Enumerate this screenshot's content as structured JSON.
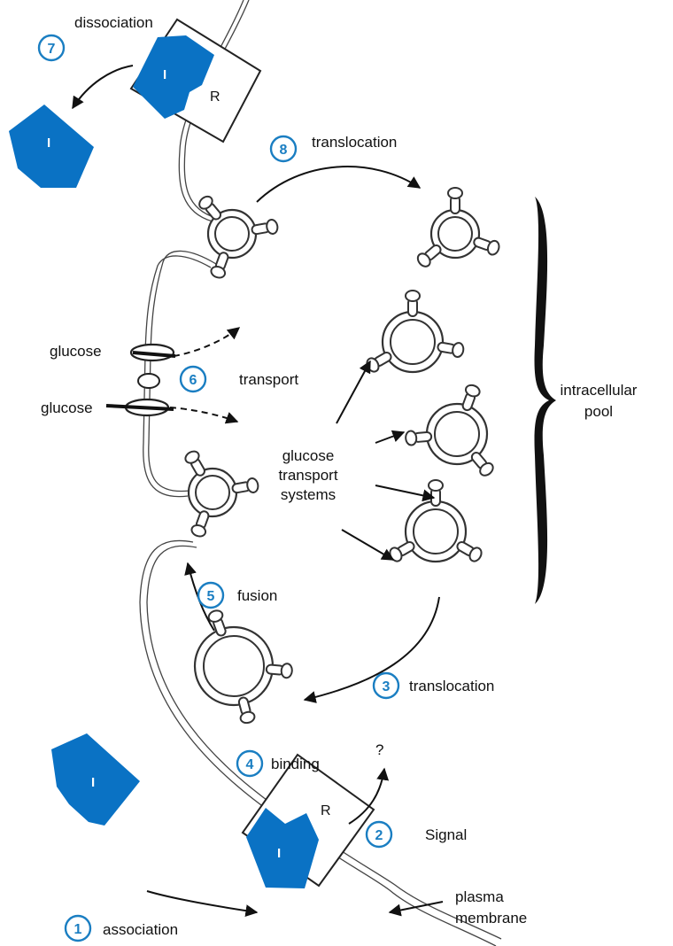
{
  "colors": {
    "insulin_blue": "#0a72c4",
    "step_blue": "#1a7ec2",
    "ink": "#111111"
  },
  "glyphs": {
    "insulin": "I",
    "receptor": "R",
    "unknown_signal": "?"
  },
  "steps": [
    {
      "num": "1",
      "label": "association"
    },
    {
      "num": "2",
      "label": "Signal"
    },
    {
      "num": "3",
      "label": "translocation"
    },
    {
      "num": "4",
      "label": "binding"
    },
    {
      "num": "5",
      "label": "fusion"
    },
    {
      "num": "6",
      "label": "transport"
    },
    {
      "num": "7",
      "label": "dissociation"
    },
    {
      "num": "8",
      "label": "translocation"
    }
  ],
  "labels": {
    "glucose_top": "glucose",
    "glucose_bottom": "glucose",
    "glucose_transport_systems": [
      "glucose",
      "transport",
      "systems"
    ],
    "intracellular_pool": [
      "intracellular",
      "pool"
    ],
    "plasma_membrane": [
      "plasma",
      "membrane"
    ]
  }
}
